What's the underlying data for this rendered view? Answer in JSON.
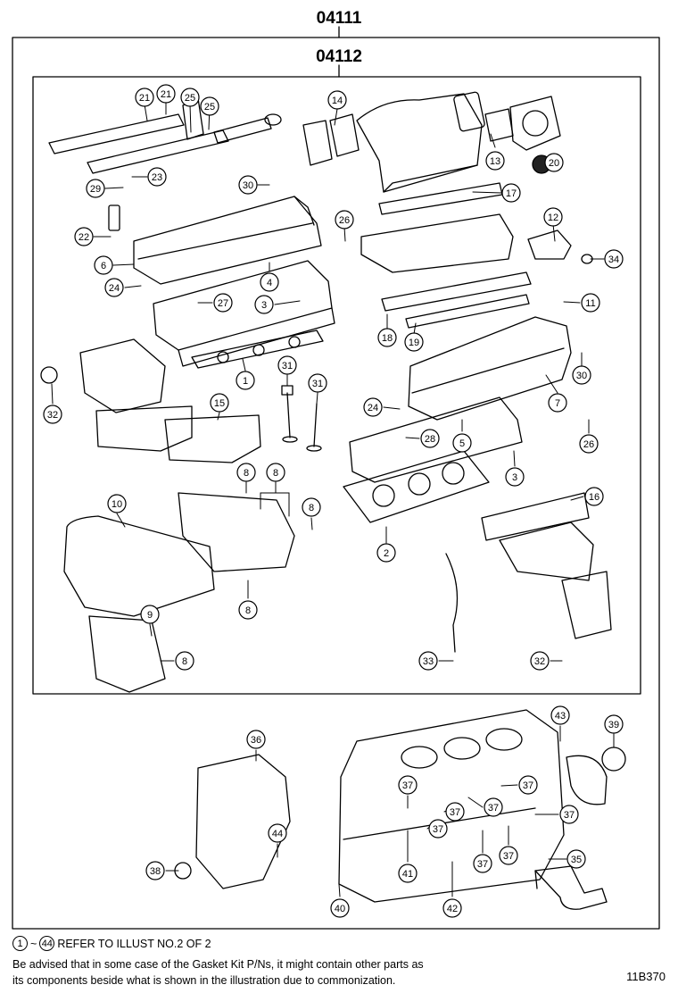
{
  "kit_outer_code": "04111",
  "kit_inner_code": "04112",
  "figure_id": "11B370",
  "footer": {
    "ref_from": "1",
    "ref_tilde": "~",
    "ref_to": "44",
    "ref_text": "REFER TO ILLUST NO.2 OF 2",
    "note_line1": "Be advised that in some case of the Gasket Kit P/Ns,  it might contain other parts as",
    "note_line2": "its components beside what is shown in the illustration due to commonization."
  },
  "callouts": [
    {
      "n": "21"
    },
    {
      "n": "21"
    },
    {
      "n": "25"
    },
    {
      "n": "25"
    },
    {
      "n": "14"
    },
    {
      "n": "13"
    },
    {
      "n": "20"
    },
    {
      "n": "23"
    },
    {
      "n": "29"
    },
    {
      "n": "30"
    },
    {
      "n": "17"
    },
    {
      "n": "22"
    },
    {
      "n": "26"
    },
    {
      "n": "12"
    },
    {
      "n": "34"
    },
    {
      "n": "6"
    },
    {
      "n": "24"
    },
    {
      "n": "4"
    },
    {
      "n": "27"
    },
    {
      "n": "3"
    },
    {
      "n": "11"
    },
    {
      "n": "18"
    },
    {
      "n": "19"
    },
    {
      "n": "30"
    },
    {
      "n": "1"
    },
    {
      "n": "31"
    },
    {
      "n": "31"
    },
    {
      "n": "32"
    },
    {
      "n": "15"
    },
    {
      "n": "24"
    },
    {
      "n": "7"
    },
    {
      "n": "26"
    },
    {
      "n": "28"
    },
    {
      "n": "5"
    },
    {
      "n": "3"
    },
    {
      "n": "8"
    },
    {
      "n": "8"
    },
    {
      "n": "8"
    },
    {
      "n": "10"
    },
    {
      "n": "16"
    },
    {
      "n": "2"
    },
    {
      "n": "8"
    },
    {
      "n": "9"
    },
    {
      "n": "8"
    },
    {
      "n": "33"
    },
    {
      "n": "32"
    },
    {
      "n": "36"
    },
    {
      "n": "43"
    },
    {
      "n": "39"
    },
    {
      "n": "37"
    },
    {
      "n": "37"
    },
    {
      "n": "37"
    },
    {
      "n": "37"
    },
    {
      "n": "37"
    },
    {
      "n": "37"
    },
    {
      "n": "44"
    },
    {
      "n": "37"
    },
    {
      "n": "37"
    },
    {
      "n": "35"
    },
    {
      "n": "38"
    },
    {
      "n": "41"
    },
    {
      "n": "40"
    },
    {
      "n": "42"
    }
  ]
}
